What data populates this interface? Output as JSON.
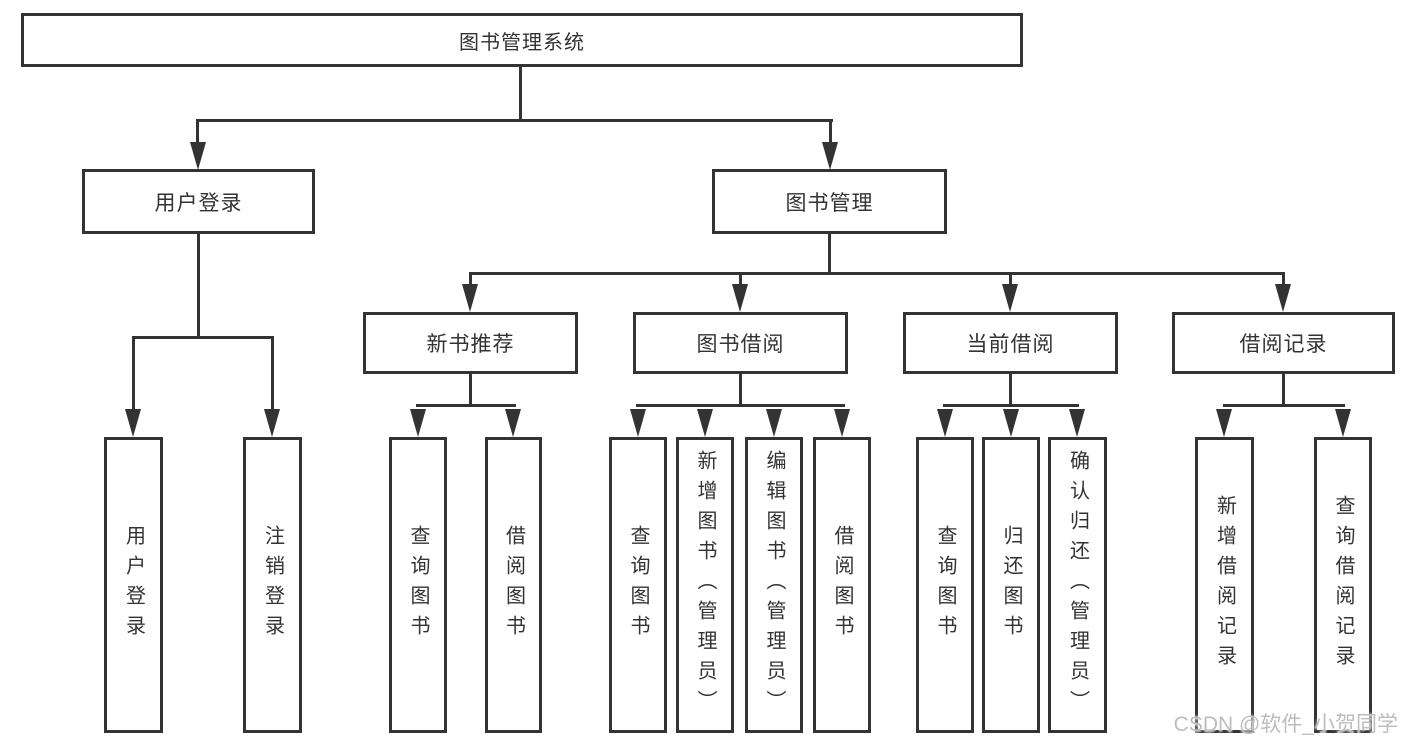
{
  "diagram": {
    "title": "图书管理系统",
    "root": {
      "label": "图书管理系统"
    },
    "level2": [
      {
        "label": "用户登录"
      },
      {
        "label": "图书管理"
      }
    ],
    "level3": [
      {
        "label": "新书推荐"
      },
      {
        "label": "图书借阅"
      },
      {
        "label": "当前借阅"
      },
      {
        "label": "借阅记录"
      }
    ],
    "leaves": {
      "user_login": [
        {
          "label": "用户登录"
        },
        {
          "label": "注销登录"
        }
      ],
      "new_books": [
        {
          "label": "查询图书"
        },
        {
          "label": "借阅图书"
        }
      ],
      "book_borrow": [
        {
          "label": "查询图书"
        },
        {
          "label": "新增图书（管理员）"
        },
        {
          "label": "编辑图书（管理员）"
        },
        {
          "label": "借阅图书"
        }
      ],
      "current_borrow": [
        {
          "label": "查询图书"
        },
        {
          "label": "归还图书"
        },
        {
          "label": "确认归还（管理员）"
        }
      ],
      "borrow_records": [
        {
          "label": "新增借阅记录"
        },
        {
          "label": "查询借阅记录"
        }
      ]
    }
  },
  "watermark": {
    "text": "CSDN @软件_小贺同学"
  },
  "colors": {
    "line": "#333333",
    "text": "#333333",
    "background": "#ffffff",
    "watermark": "#bdbdbd"
  }
}
